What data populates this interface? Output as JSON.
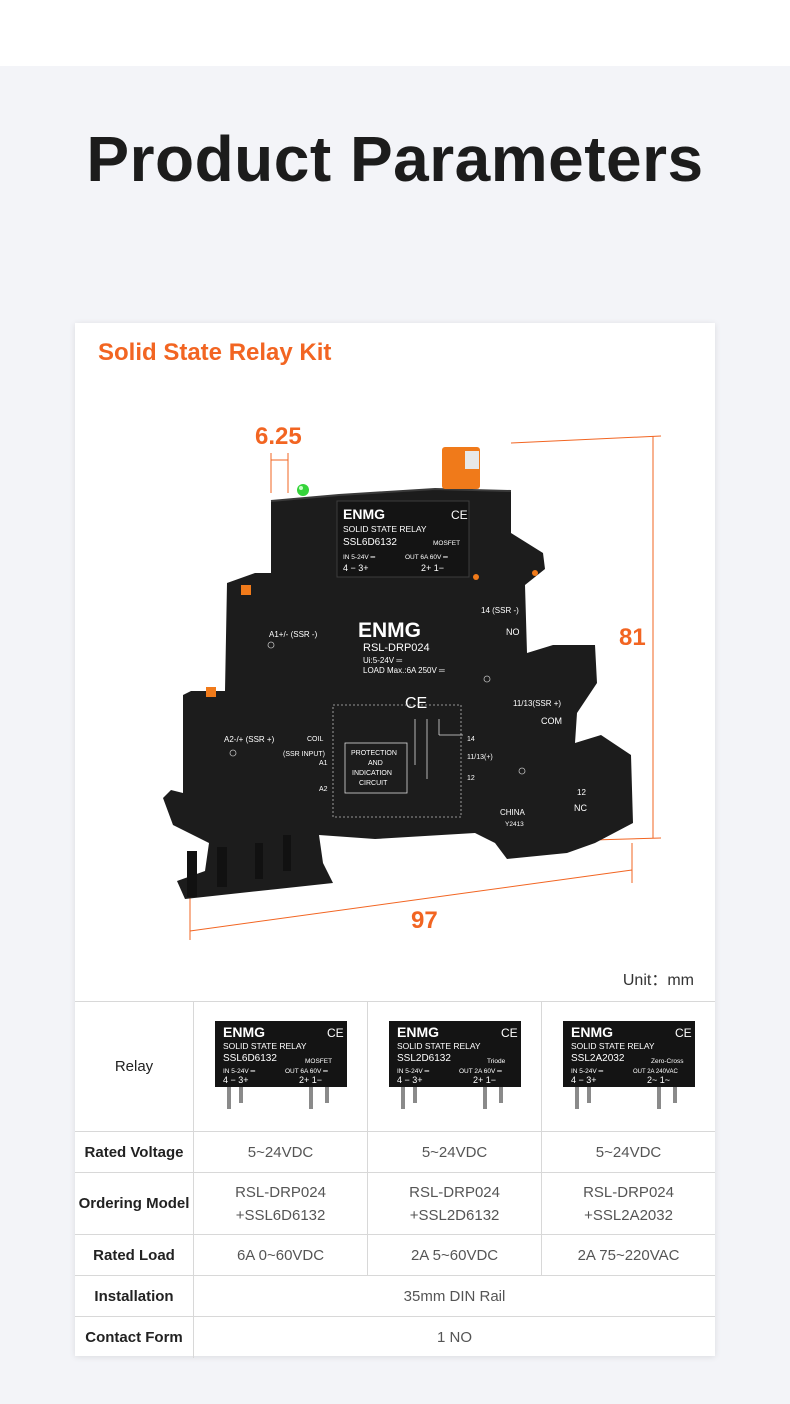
{
  "page_title": "Product Parameters",
  "card_title": "Solid State Relay Kit",
  "dimensions": {
    "pitch": "6.25",
    "height": "81",
    "length": "97"
  },
  "unit_label": "Unit：mm",
  "relay_body": {
    "brand": "ENMG",
    "model": "RSL-DRP024",
    "ui_text": "Ui:5-24V ═",
    "load_text": "LOAD Max.:6A 250V ═",
    "a1_label": "A1+/- (SSR -)",
    "a2_label": "A2-/+ (SSR +)",
    "coil_label": "COIL",
    "ssr_input_label": "(SSR INPUT)",
    "pin_a1": "A1",
    "pin_a2": "A2",
    "circuit_line1": "PROTECTION",
    "circuit_line2": "AND",
    "circuit_line3": "INDICATION",
    "circuit_line4": "CIRCUIT",
    "t14_label": "14 (SSR -)",
    "no_label": "NO",
    "t11_label": "11/13(SSR +)",
    "com_label": "COM",
    "t12_label": "12",
    "nc_label": "NC",
    "in_14": "14",
    "in_11": "11/13(+)",
    "in_12": "12",
    "country": "CHINA",
    "date_code": "Y2413",
    "ce_mark": "CE"
  },
  "top_module": {
    "brand": "ENMG",
    "line1": "SOLID STATE RELAY",
    "model": "SSL6D6132",
    "type": "MOSFET",
    "in_text": "IN 5-24V ═",
    "out_text": "OUT 6A 60V ═",
    "pins_left": "4 − 3+",
    "pins_right": "2+ 1−"
  },
  "table": {
    "relay_label": "Relay",
    "relays": [
      {
        "brand": "ENMG",
        "line1": "SOLID STATE RELAY",
        "model": "SSL6D6132",
        "type": "MOSFET",
        "in_text": "IN 5-24V ═",
        "out_text": "OUT 6A 60V ═",
        "pins_left": "4 − 3+",
        "pins_right": "2+ 1−"
      },
      {
        "brand": "ENMG",
        "line1": "SOLID STATE RELAY",
        "model": "SSL2D6132",
        "type": "Triode",
        "in_text": "IN 5-24V ═",
        "out_text": "OUT 2A 60V ═",
        "pins_left": "4 − 3+",
        "pins_right": "2+ 1−"
      },
      {
        "brand": "ENMG",
        "line1": "SOLID STATE RELAY",
        "model": "SSL2A2032",
        "type": "Zero-Cross",
        "in_text": "IN 5-24V ═",
        "out_text": "OUT 2A 240VAC",
        "pins_left": "4 − 3+",
        "pins_right": "2~ 1~"
      }
    ],
    "rows": [
      {
        "label": "Rated Voltage",
        "cells": [
          "5~24VDC",
          "5~24VDC",
          "5~24VDC"
        ]
      },
      {
        "label": "Ordering Model",
        "cells": [
          [
            "RSL-DRP024",
            "+SSL6D6132"
          ],
          [
            "RSL-DRP024",
            "+SSL2D6132"
          ],
          [
            "RSL-DRP024",
            "+SSL2A2032"
          ]
        ]
      },
      {
        "label": "Rated Load",
        "cells": [
          "6A 0~60VDC",
          "2A 5~60VDC",
          "2A 75~220VAC"
        ]
      },
      {
        "label": "Installation",
        "merged": "35mm DIN Rail"
      },
      {
        "label": "Contact Form",
        "merged": "1 NO"
      }
    ]
  }
}
